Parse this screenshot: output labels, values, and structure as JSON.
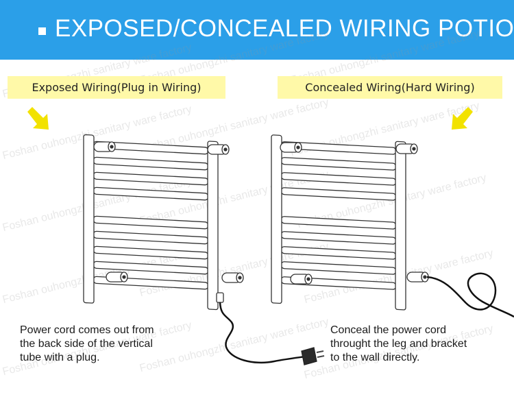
{
  "header": {
    "title": "EXPOSED/CONCEALED WIRING POTION",
    "background_color": "#2b9fe8"
  },
  "left_panel": {
    "label": "Exposed Wiring(Plug in Wiring)",
    "description": [
      "Power cord comes out from",
      "the back side of the vertical",
      "tube with a plug."
    ]
  },
  "right_panel": {
    "label": "Concealed Wiring(Hard Wiring)",
    "description": [
      "Conceal the power cord",
      "throught the leg and bracket",
      "to the wall directly."
    ]
  },
  "watermark": "Foshan ouhongzhi sanitary ware factory",
  "colors": {
    "label_background": "#fff9a8",
    "arrow": "#f2e200"
  },
  "icons": [
    "arrow-down-right-icon",
    "arrow-down-left-icon",
    "towel-rail-illustration",
    "power-plug-icon"
  ]
}
